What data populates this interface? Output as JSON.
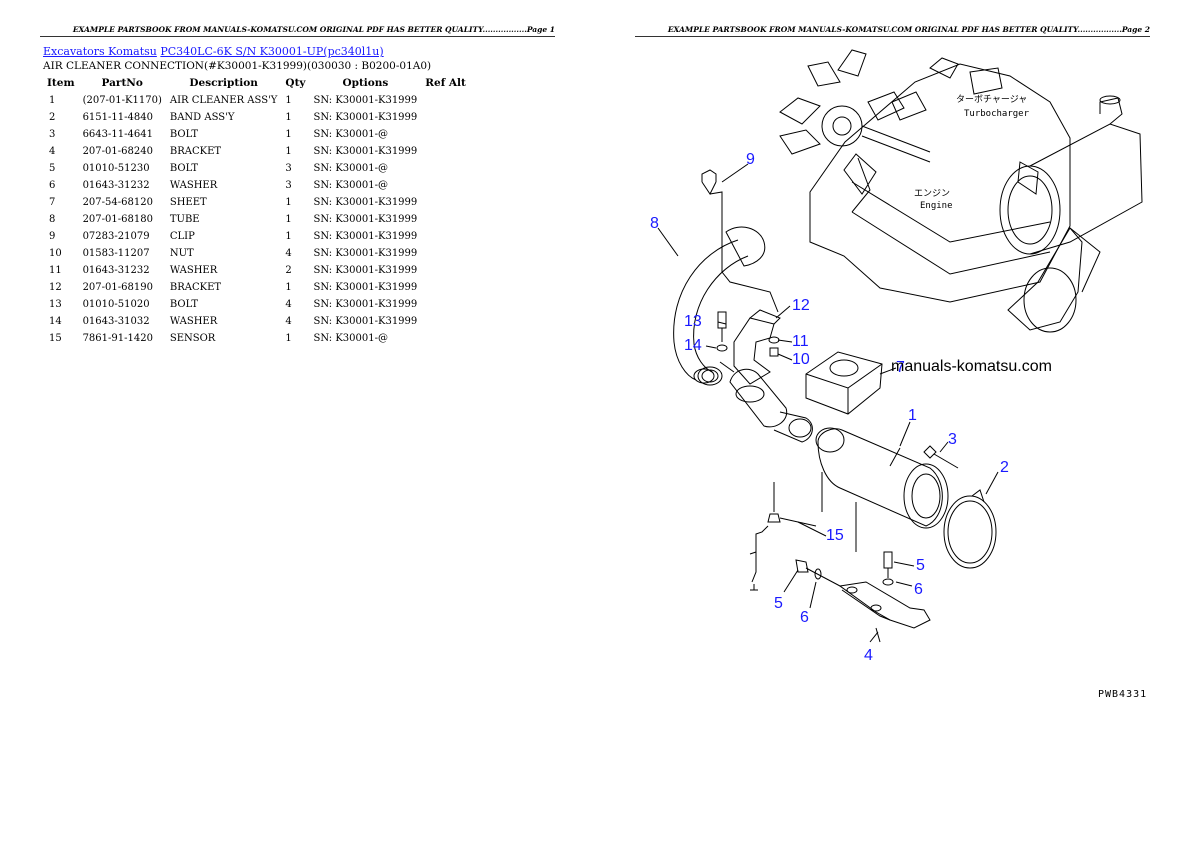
{
  "header_notice_page1": "EXAMPLE PARTSBOOK FROM MANUALS-KOMATSU.COM ORIGINAL PDF HAS BETTER QUALITY.................Page 1",
  "header_notice_page2": "EXAMPLE PARTSBOOK FROM MANUALS-KOMATSU.COM ORIGINAL PDF HAS BETTER QUALITY.................Page 2",
  "breadcrumb": {
    "link1": "Excavators Komatsu",
    "link2": "PC340LC-6K S/N K30001-UP(pc340l1u)"
  },
  "section_title": "AIR CLEANER CONNECTION(#K30001-K31999)(030030 : B0200-01A0)",
  "table": {
    "headers": [
      "Item",
      "PartNo",
      "Description",
      "Qty",
      "Options",
      "Ref Alt"
    ],
    "rows": [
      [
        "1",
        "(207-01-K1170)",
        "AIR CLEANER ASS'Y",
        "1",
        "SN: K30001-K31999",
        ""
      ],
      [
        "2",
        "6151-11-4840",
        "BAND ASS'Y",
        "1",
        "SN: K30001-K31999",
        ""
      ],
      [
        "3",
        "6643-11-4641",
        "BOLT",
        "1",
        "SN: K30001-@",
        ""
      ],
      [
        "4",
        "207-01-68240",
        "BRACKET",
        "1",
        "SN: K30001-K31999",
        ""
      ],
      [
        "5",
        "01010-51230",
        "BOLT",
        "3",
        "SN: K30001-@",
        ""
      ],
      [
        "6",
        "01643-31232",
        "WASHER",
        "3",
        "SN: K30001-@",
        ""
      ],
      [
        "7",
        "207-54-68120",
        "SHEET",
        "1",
        "SN: K30001-K31999",
        ""
      ],
      [
        "8",
        "207-01-68180",
        "TUBE",
        "1",
        "SN: K30001-K31999",
        ""
      ],
      [
        "9",
        "07283-21079",
        "CLIP",
        "1",
        "SN: K30001-K31999",
        ""
      ],
      [
        "10",
        "01583-11207",
        "NUT",
        "4",
        "SN: K30001-K31999",
        ""
      ],
      [
        "11",
        "01643-31232",
        "WASHER",
        "2",
        "SN: K30001-K31999",
        ""
      ],
      [
        "12",
        "207-01-68190",
        "BRACKET",
        "1",
        "SN: K30001-K31999",
        ""
      ],
      [
        "13",
        "01010-51020",
        "BOLT",
        "4",
        "SN: K30001-K31999",
        ""
      ],
      [
        "14",
        "01643-31032",
        "WASHER",
        "4",
        "SN: K30001-K31999",
        ""
      ],
      [
        "15",
        "7861-91-1420",
        "SENSOR",
        "1",
        "SN: K30001-@",
        ""
      ]
    ]
  },
  "drawing": {
    "watermark": "manuals-komatsu.com",
    "figure_code": "PWB4331",
    "turbo_label_jp": "ターボチャージャ",
    "turbo_label_en": "Turbocharger",
    "engine_label_jp": "エンジン",
    "engine_label_en": "Engine",
    "callout_color": "#1a1aff",
    "callouts": [
      "9",
      "8",
      "12",
      "13",
      "11",
      "14",
      "10",
      "7",
      "1",
      "3",
      "2",
      "15",
      "5",
      "5",
      "6",
      "6",
      "4"
    ]
  }
}
